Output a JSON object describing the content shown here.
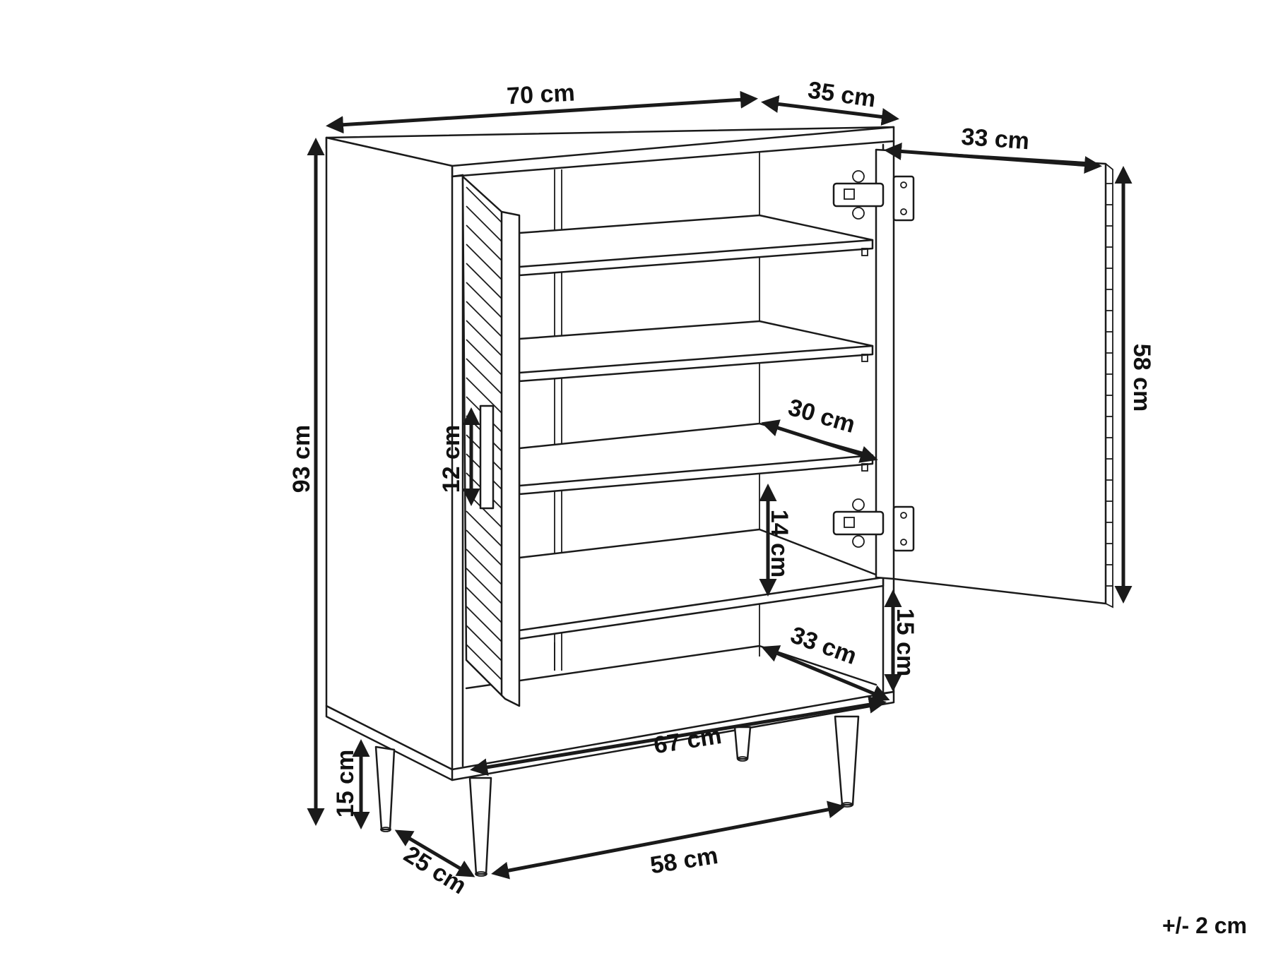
{
  "diagram": {
    "dimensions": {
      "width_top": "70 cm",
      "depth_top": "35 cm",
      "door_width": "33 cm",
      "door_height": "58 cm",
      "total_height": "93 cm",
      "handle_length": "12 cm",
      "shelf_depth": "30 cm",
      "shelf_spacing": "14 cm",
      "bottom_compartment": "15 cm",
      "bottom_depth": "33 cm",
      "inner_width": "67 cm",
      "leg_height": "15 cm",
      "leg_depth_spacing": "25 cm",
      "leg_width_spacing": "58 cm"
    },
    "tolerance": "+/- 2 cm"
  },
  "colors": {
    "line": "#1a1a1a",
    "background": "#ffffff"
  }
}
